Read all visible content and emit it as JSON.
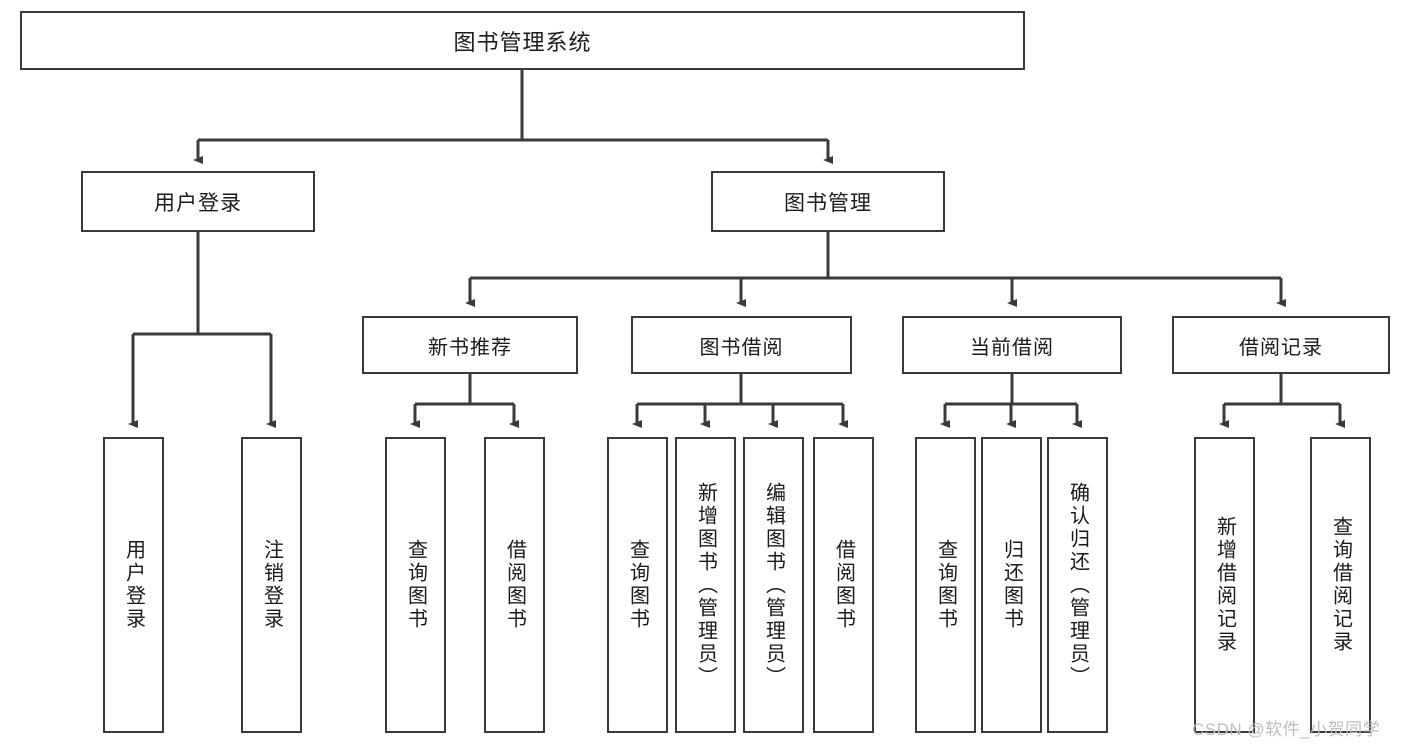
{
  "diagram": {
    "title": "图书管理系统",
    "type": "tree-hierarchy-diagram",
    "colors": {
      "stroke": "#3a3a3a",
      "fill": "#ffffff",
      "text": "#1a1a1a",
      "watermark": "#bdbdbd"
    },
    "root": {
      "label": "图书管理系统"
    },
    "level1": [
      {
        "label": "用户登录"
      },
      {
        "label": "图书管理"
      }
    ],
    "level2": [
      {
        "label": "新书推荐"
      },
      {
        "label": "图书借阅"
      },
      {
        "label": "当前借阅"
      },
      {
        "label": "借阅记录"
      }
    ],
    "leaves": {
      "user_login": [
        {
          "label": "用户登录"
        },
        {
          "label": "注销登录"
        }
      ],
      "new_book_recommend": [
        {
          "label": "查询图书"
        },
        {
          "label": "借阅图书"
        }
      ],
      "book_borrow": [
        {
          "label": "查询图书"
        },
        {
          "label": "新增图书（管理员）"
        },
        {
          "label": "编辑图书（管理员）"
        },
        {
          "label": "借阅图书"
        }
      ],
      "current_borrow": [
        {
          "label": "查询图书"
        },
        {
          "label": "归还图书"
        },
        {
          "label": "确认归还（管理员）"
        }
      ],
      "borrow_record": [
        {
          "label": "新增借阅记录"
        },
        {
          "label": "查询借阅记录"
        }
      ]
    }
  },
  "watermark": {
    "text": "CSDN @软件_小贺同学"
  }
}
